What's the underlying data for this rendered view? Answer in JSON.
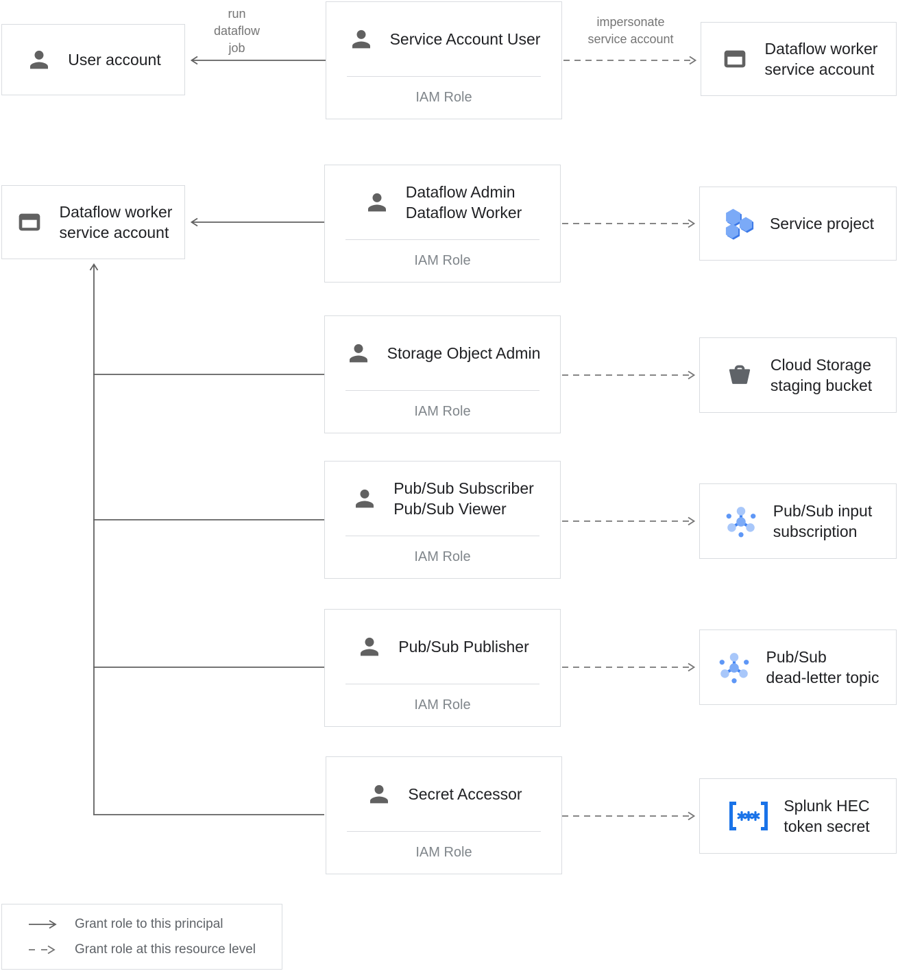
{
  "edges": {
    "run_dataflow_job": "run\ndataflow\njob",
    "impersonate_service_account": "impersonate\nservice account"
  },
  "nodes": {
    "user_account": {
      "label": "User account",
      "icon": "person-icon"
    },
    "dataflow_worker_sa_top": {
      "label": "Dataflow worker\nservice account",
      "icon": "service-account-window-icon"
    },
    "dataflow_worker_sa_left": {
      "label": "Dataflow worker\nservice account",
      "icon": "service-account-window-icon"
    },
    "service_project": {
      "label": "Service project",
      "icon": "project-hexagons-icon"
    },
    "cloud_storage_bucket": {
      "label": "Cloud Storage\nstaging bucket",
      "icon": "storage-bucket-icon"
    },
    "pubsub_input_subscription": {
      "label": "Pub/Sub input\nsubscription",
      "icon": "pubsub-icon"
    },
    "pubsub_dead_letter_topic": {
      "label": "Pub/Sub\ndead-letter topic",
      "icon": "pubsub-icon"
    },
    "splunk_hec_token_secret": {
      "label": "Splunk HEC\ntoken secret",
      "icon": "secret-brackets-icon"
    }
  },
  "roles": [
    {
      "lines": [
        "Service Account User"
      ],
      "subtitle": "IAM Role",
      "icon": "person-icon"
    },
    {
      "lines": [
        "Dataflow Admin",
        "Dataflow Worker"
      ],
      "subtitle": "IAM Role",
      "icon": "person-icon"
    },
    {
      "lines": [
        "Storage Object Admin"
      ],
      "subtitle": "IAM Role",
      "icon": "person-icon"
    },
    {
      "lines": [
        "Pub/Sub Subscriber",
        "Pub/Sub Viewer"
      ],
      "subtitle": "IAM Role",
      "icon": "person-icon"
    },
    {
      "lines": [
        "Pub/Sub Publisher"
      ],
      "subtitle": "IAM Role",
      "icon": "person-icon"
    },
    {
      "lines": [
        "Secret Accessor"
      ],
      "subtitle": "IAM Role",
      "icon": "person-icon"
    }
  ],
  "legend": {
    "solid_label": "Grant role to this principal",
    "dashed_label": "Grant role at this resource level"
  },
  "colors": {
    "line_solid": "#616161",
    "line_dashed": "#757575",
    "box_border": "#d9dce0",
    "title_text": "#202124",
    "muted_text": "#80868b",
    "icon_gray": "#616161",
    "google_blue": "#4285f4",
    "pubsub_light_blue": "#a8c7fa",
    "hexagon_light_blue": "#7baaf7",
    "hexagon_shadow_blue": "#3b78e7",
    "secret_blue": "#1a73e8"
  }
}
